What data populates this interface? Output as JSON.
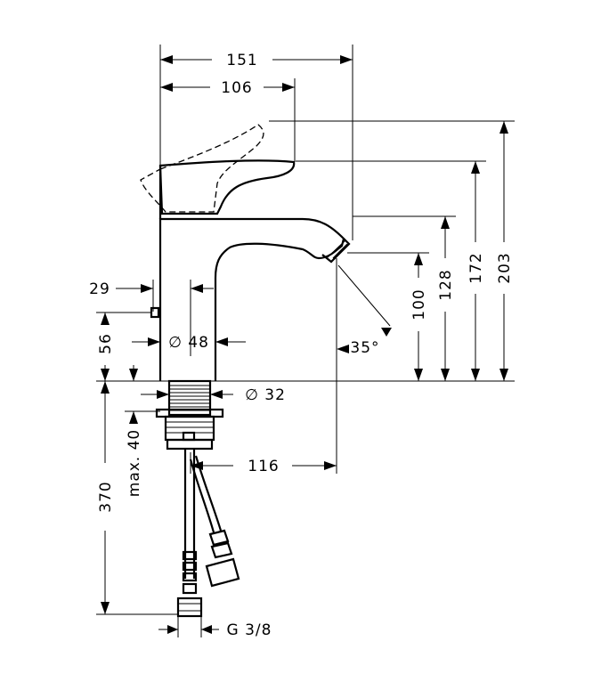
{
  "drawing": {
    "dimensions": {
      "overall_length": "151",
      "spout_to_lever": "106",
      "total_height": "203",
      "lever_height": "172",
      "spout_top_height": "128",
      "outlet_height": "100",
      "spout_angle": "35°",
      "body_diameter_label": "∅ 48",
      "rod_offset": "29",
      "rod_height": "56",
      "shank_diameter_label": "∅ 32",
      "max_deck_thickness": "max. 40",
      "projection": "116",
      "hose_length": "370",
      "connection_thread": "G 3/8"
    }
  }
}
